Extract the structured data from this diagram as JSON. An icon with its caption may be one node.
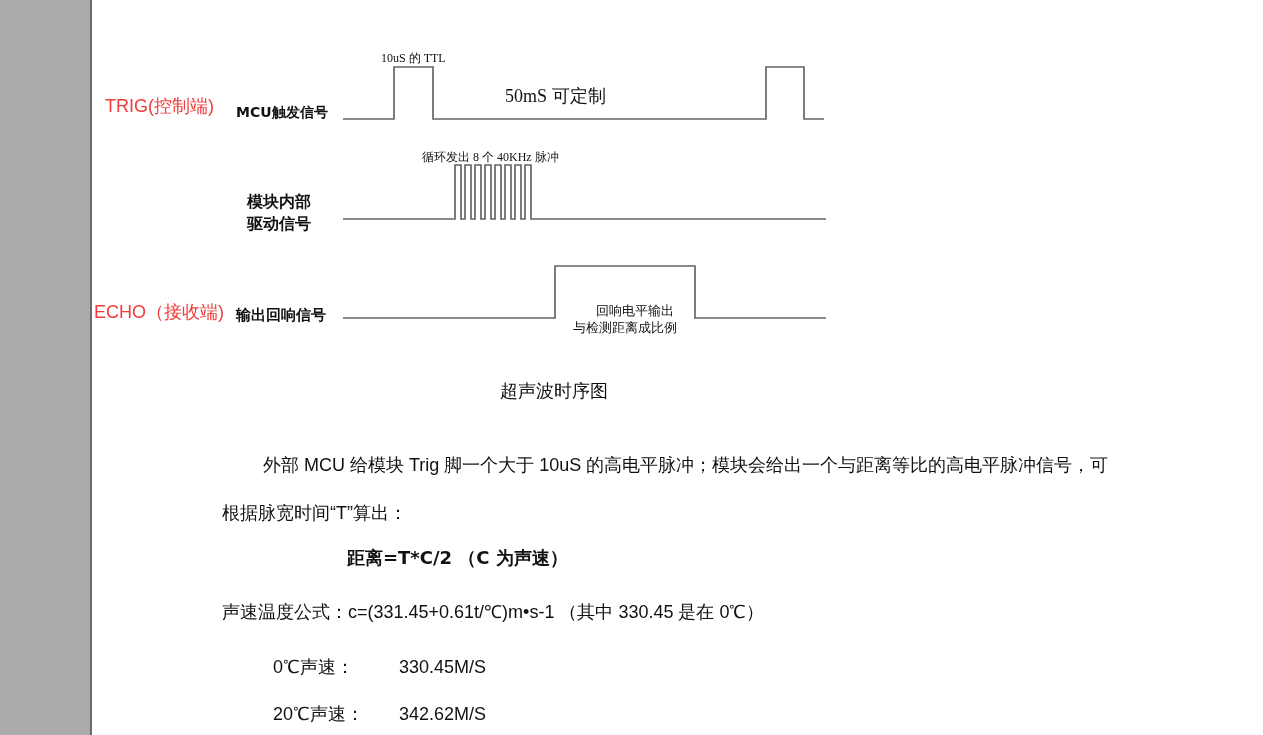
{
  "diagram": {
    "caption": "超声波时序图",
    "labels": [
      "10uS 的 TTL",
      "TRIG(控制端)",
      "MCU触发信号",
      "50mS 可定制",
      "循环发出 8 个 40KHz 脉冲",
      "模块内部驱动信号",
      "ECHO（接收端)",
      "输出回响信号",
      "回响电平输出与检测距离成比例",
      "外部 MCU 给模块 Trig 脚一个大于 10uS 的高电平脉冲；模块会给出一个与距离等比的高电平脉冲信号，可根据脉宽时间“T”算出：",
      "距离=T*C/2 （C 为声速）",
      "声速温度公式：c=(331.45+0.61t/℃)m•s-1 （其中 330.45 是在 0℃）",
      "0℃声速：",
      "330.45M/S",
      "20℃声速：",
      "342.62M/S"
    ]
  }
}
